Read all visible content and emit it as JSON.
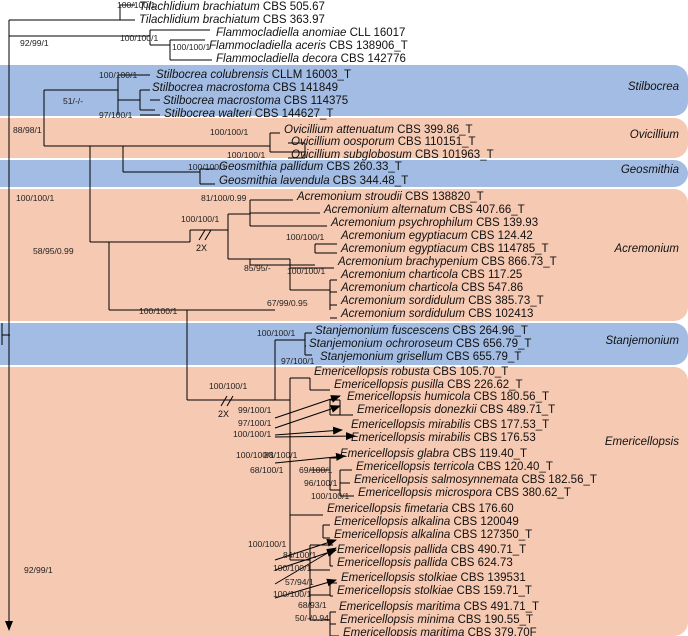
{
  "colors": {
    "blue_band": "#a3bce3",
    "orange_band": "#f6c9b2",
    "branch": "#000000"
  },
  "clades": [
    {
      "name": "Stilbocrea",
      "color": "blue"
    },
    {
      "name": "Ovicillium",
      "color": "orange"
    },
    {
      "name": "Geosmithia",
      "color": "blue"
    },
    {
      "name": "Acremonium",
      "color": "orange"
    },
    {
      "name": "Stanjemonium",
      "color": "blue"
    },
    {
      "name": "Emericellopsis",
      "color": "orange"
    }
  ],
  "taxa": [
    {
      "species": "Tilachlidium brachiatum",
      "strain": "CBS 505.67"
    },
    {
      "species": "Tilachlidium brachiatum",
      "strain": "CBS 363.97"
    },
    {
      "species": "Flammocladiella anomiae",
      "strain": "CLL 16017"
    },
    {
      "species": "Flammocladiella aceris",
      "strain": "CBS 138906_T"
    },
    {
      "species": "Flammocladiella decora",
      "strain": "CBS 142776"
    },
    {
      "species": "Stilbocrea colubrensis",
      "strain": "CLLM 16003_T"
    },
    {
      "species": "Stilbocrea macrostoma",
      "strain": "CBS 141849"
    },
    {
      "species": "Stilbocrea macrostoma",
      "strain": "CBS 114375"
    },
    {
      "species": "Stilbocrea walteri",
      "strain": "CBS 144627_T"
    },
    {
      "species": "Ovicillium attenuatum",
      "strain": "CBS 399.86_T"
    },
    {
      "species": "Ovicillium oosporum",
      "strain": "CBS 110151_T"
    },
    {
      "species": "Ovicillium subglobosum",
      "strain": "CBS 101963_T"
    },
    {
      "species": "Geosmithia pallidum",
      "strain": "CBS 260.33_T"
    },
    {
      "species": "Geosmithia lavendula",
      "strain": "CBS 344.48_T"
    },
    {
      "species": "Acremonium stroudii",
      "strain": "CBS 138820_T"
    },
    {
      "species": "Acremonium alternatum",
      "strain": "CBS 407.66_T"
    },
    {
      "species": "Acremonium psychrophilum",
      "strain": "CBS 139.93"
    },
    {
      "species": "Acremonium egyptiacum",
      "strain": "CBS 124.42"
    },
    {
      "species": "Acremonium egyptiacum",
      "strain": "CBS 114785_T"
    },
    {
      "species": "Acremonium brachypenium",
      "strain": "CBS 866.73_T"
    },
    {
      "species": "Acremonium charticola",
      "strain": "CBS 117.25"
    },
    {
      "species": "Acremonium charticola",
      "strain": "CBS 547.86"
    },
    {
      "species": "Acremonium sordidulum",
      "strain": "CBS 385.73_T"
    },
    {
      "species": "Acremonium sordidulum",
      "strain": "CBS 102413"
    },
    {
      "species": "Stanjemonium fuscescens",
      "strain": "CBS 264.96_T"
    },
    {
      "species": "Stanjemonium ochroroseum",
      "strain": "CBS 656.79_T"
    },
    {
      "species": "Stanjemonium grisellum",
      "strain": "CBS 655.79_T"
    },
    {
      "species": "Emericellopsis robusta",
      "strain": "CBS 105.70_T"
    },
    {
      "species": "Emericellopsis pusilla",
      "strain": "CBS 226.62_T"
    },
    {
      "species": "Emericellopsis humicola",
      "strain": "CBS 180.56_T"
    },
    {
      "species": "Emericellopsis donezkii",
      "strain": "CBS 489.71_T"
    },
    {
      "species": "Emericellopsis mirabilis",
      "strain": "CBS 177.53_T"
    },
    {
      "species": "Emericellopsis mirabilis",
      "strain": "CBS 176.53"
    },
    {
      "species": "Emericellopsis glabra",
      "strain": "CBS 119.40_T"
    },
    {
      "species": "Emericellopsis terricola",
      "strain": "CBS 120.40_T"
    },
    {
      "species": "Emericellopsis salmosynnemata",
      "strain": "CBS 182.56_T"
    },
    {
      "species": "Emericellopsis microspora",
      "strain": "CBS 380.62_T"
    },
    {
      "species": "Emericellopsis fimetaria",
      "strain": "CBS 176.60"
    },
    {
      "species": "Emericellopsis alkalina",
      "strain": "CBS 120049"
    },
    {
      "species": "Emericellopsis alkalina",
      "strain": "CBS 127350_T"
    },
    {
      "species": "Emericellopsis pallida",
      "strain": "CBS 490.71_T"
    },
    {
      "species": "Emericellopsis pallida",
      "strain": "CBS 624.73"
    },
    {
      "species": "Emericellopsis stolkiae",
      "strain": "CBS 139531"
    },
    {
      "species": "Emericellopsis stolkiae",
      "strain": "CBS 159.71_T"
    },
    {
      "species": "Emericellopsis maritima",
      "strain": "CBS 491.71_T"
    },
    {
      "species": "Emericellopsis minima",
      "strain": "CBS 190.55_T"
    },
    {
      "species": "Emericellopsis maritima",
      "strain": "CBS 379.70F"
    }
  ],
  "supports": [
    "100/100/1",
    "92/99/1",
    "100/100/1",
    "100/100/1",
    "100/100/1",
    "51/-/-",
    "97/100/1",
    "88/98/1",
    "100/100/1",
    "100/100/1",
    "100/100/1",
    "100/100/1",
    "81/100/0.99",
    "100/100/1",
    "100/100/1",
    "85/95/-",
    "100/100/1",
    "67/99/0.95",
    "58/95/0.99",
    "100/100/1",
    "100/100/1",
    "97/100/1",
    "100/100/1",
    "99/100/1",
    "97/100/1",
    "100/100/1",
    "100/100/1",
    "88/100/1",
    "68/100/1",
    "69/100/1",
    "96/100/1",
    "100/100/1",
    "100/100/1",
    "84/100/1",
    "100/100/1",
    "57/94/1",
    "100/100/1",
    "68/93/1",
    "50/-/0.94",
    "92/99/1"
  ],
  "break_label": "2X"
}
